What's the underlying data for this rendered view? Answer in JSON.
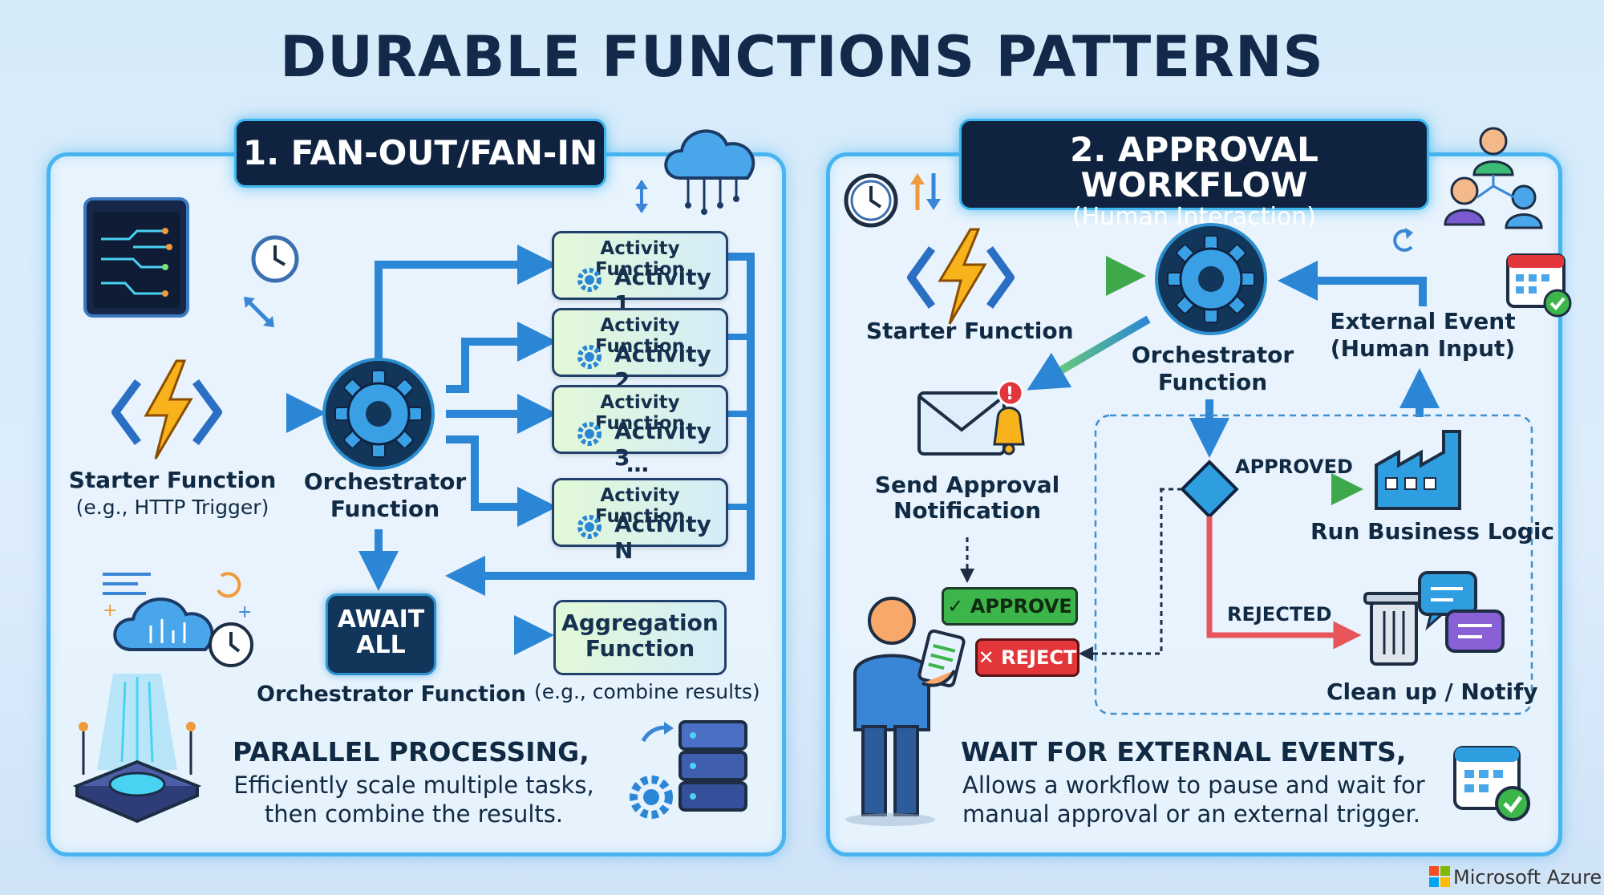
{
  "title": "DURABLE FUNCTIONS PATTERNS",
  "left": {
    "header": "1. FAN-OUT/FAN-IN",
    "starter": {
      "title": "Starter Function",
      "subtitle": "(e.g., HTTP Trigger)"
    },
    "orchestrator": {
      "line1": "Orchestrator",
      "line2": "Function"
    },
    "activities": [
      {
        "type": "Activity Function",
        "name": "Activity 1"
      },
      {
        "type": "Activity Function",
        "name": "Activity 2"
      },
      {
        "type": "Activity Function",
        "name": "Activity 3"
      },
      {
        "type": "Activity Function",
        "name": "Activity N"
      }
    ],
    "ellipsis": "…",
    "await": {
      "line1": "AWAIT",
      "line2": "ALL"
    },
    "await_caption": "Orchestrator Function",
    "aggregation": {
      "line1": "Aggregation",
      "line2": "Function",
      "caption": "(e.g., combine results)"
    },
    "summary": {
      "title": "PARALLEL PROCESSING,",
      "line1": "Efficiently scale multiple tasks,",
      "line2": "then combine the results."
    }
  },
  "right": {
    "header": "2. APPROVAL WORKFLOW",
    "subheader": "(Human Interaction)",
    "starter": "Starter Function",
    "orchestrator": {
      "line1": "Orchestrator",
      "line2": "Function"
    },
    "external": {
      "line1": "External Event",
      "line2": "(Human Input)"
    },
    "notification": {
      "line1": "Send Approval",
      "line2": "Notification"
    },
    "approved": "APPROVED",
    "rejected": "REJECTED",
    "business": "Run Business Logic",
    "cleanup": "Clean up / Notify",
    "approve_btn": "✓ APPROVE",
    "reject_btn": "✕ REJECT",
    "summary": {
      "title": "WAIT FOR EXTERNAL EVENTS,",
      "line1": "Allows a workflow to pause and wait for",
      "line2": "manual approval or an external trigger."
    }
  },
  "footer": "Microsoft Azure",
  "colors": {
    "accent": "#48b4f0",
    "dark": "#0f2340",
    "green": "#3cb54a",
    "red": "#e2363b"
  }
}
